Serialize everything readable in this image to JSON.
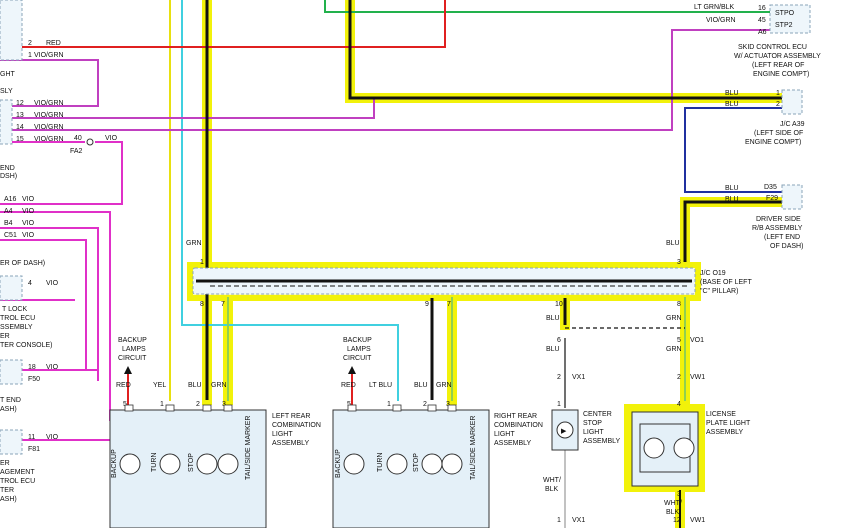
{
  "colors": {
    "green": "#22b14c",
    "red": "#e02020",
    "violet": "#c040c0",
    "magenta": "#e030c8",
    "black": "#111111",
    "cyan": "#40d0e0",
    "yellow": "#e8e010",
    "blue": "#2030a0",
    "highlight": "#f2f20a",
    "ltgreen": "#90d050"
  },
  "top_right": {
    "wire_ltgrnblk": "LT GRN/BLK",
    "wire_viogrn": "VIO/GRN",
    "pin16": "16",
    "pin45": "45",
    "pinA6": "A6",
    "stpo": "STPO",
    "stp2": "STP2",
    "ecu_l1": "SKID CONTROL ECU",
    "ecu_l2": "W/ ACTUATOR ASSEMBLY",
    "ecu_l3": "(LEFT REAR OF",
    "ecu_l4": "ENGINE COMPT)"
  },
  "jc_a39": {
    "wire1": "BLU",
    "wire2": "BLU",
    "pin1": "1",
    "pin2": "2",
    "l1": "J/C A39",
    "l2": "(LEFT SIDE OF",
    "l3": "ENGINE COMPT)"
  },
  "driver_rb": {
    "wire1": "BLU",
    "wire2": "BLU",
    "pin1": "D35",
    "pin2": "F29",
    "l1": "DRIVER SIDE",
    "l2": "R/B ASSEMBLY",
    "l3": "(LEFT END",
    "l4": "OF DASH)"
  },
  "left": {
    "pin2": "2",
    "pin1": "1",
    "red": "RED",
    "viogrn": "VIO/GRN",
    "light": "GHT",
    "sly": "SLY",
    "r12": "12",
    "r13": "13",
    "r14": "14",
    "r15": "15",
    "rw12": "VIO/GRN",
    "rw13": "VIO/GRN",
    "rw14": "VIO/GRN",
    "rw15": "VIO/GRN",
    "p40": "40",
    "vio40": "VIO",
    "fa2": "FA2",
    "end": "END",
    "dsh": "DSH)",
    "a16": "A16",
    "a16w": "VIO",
    "a4": "A4",
    "a4w": "VIO",
    "b4": "B4",
    "b4w": "VIO",
    "c51": "C51",
    "c51w": "VIO",
    "erdash": "ER OF DASH)",
    "p4": "4",
    "p4w": "VIO",
    "lock": "T LOCK",
    "trol": "TROL ECU",
    "ssem": "SSEMBLY",
    "er": "ER",
    "console": "TER CONSOLE)",
    "p18": "18",
    "p18w": "VIO",
    "f50": "F50",
    "tend": "T END",
    "ash": "ASH)",
    "p11": "11",
    "p11w": "VIO",
    "f81": "F81",
    "er2": "ER",
    "agement": "AGEMENT",
    "trolecu": "TROL ECU",
    "ter": "TER",
    "ash2": "ASH)"
  },
  "jc_o19": {
    "l1": "J/C O19",
    "l2": "(BASE OF LEFT",
    "l3": "\"C\" PILLAR)",
    "pinTop1": "1",
    "pinTop3": "3",
    "grnLbl": "GRN",
    "bluLbl": "BLU",
    "pb8a": "8",
    "pb7": "7",
    "pb9": "9",
    "pb7b": "7",
    "pb10": "10",
    "pb8b": "8"
  },
  "backup1": {
    "l1": "BACKUP",
    "l2": "LAMPS",
    "l3": "CIRCUIT"
  },
  "backup2": {
    "l1": "BACKUP",
    "l2": "LAMPS",
    "l3": "CIRCUIT"
  },
  "left_rear": {
    "wires": [
      "RED",
      "YEL",
      "BLU",
      "GRN"
    ],
    "pins": [
      "5",
      "1",
      "2",
      "3"
    ],
    "bulbs": [
      "BACKUP",
      "TURN",
      "STOP",
      "TAIL/SIDE MARKER"
    ],
    "l1": "LEFT REAR",
    "l2": "COMBINATION",
    "l3": "LIGHT",
    "l4": "ASSEMBLY"
  },
  "right_rear": {
    "wires": [
      "RED",
      "LT BLU",
      "BLU",
      "GRN"
    ],
    "pins": [
      "5",
      "1",
      "2",
      "3"
    ],
    "bulbs": [
      "BACKUP",
      "TURN",
      "STOP",
      "TAIL/SIDE MARKER"
    ],
    "l1": "RIGHT REAR",
    "l2": "COMBINATION",
    "l3": "LIGHT",
    "l4": "ASSEMBLY"
  },
  "center_stop": {
    "blu1": "BLU",
    "p6": "6",
    "blu2": "BLU",
    "p2": "2",
    "vx1": "VX1",
    "p1": "1",
    "whtblk": "WHT/",
    "whtblk2": "BLK",
    "p1b": "1",
    "vx1b": "VX1",
    "l1": "CENTER",
    "l2": "STOP",
    "l3": "LIGHT",
    "l4": "ASSEMBLY"
  },
  "license": {
    "grn1": "GRN",
    "p5": "5",
    "vo1": "VO1",
    "grn2": "GRN",
    "p2": "2",
    "vw1": "VW1",
    "p4": "4",
    "p3": "3",
    "wht": "WHT/",
    "blk": "BLK",
    "p12": "12",
    "vw1b": "VW1",
    "l1": "LICENSE",
    "l2": "PLATE LIGHT",
    "l3": "ASSEMBLY"
  }
}
